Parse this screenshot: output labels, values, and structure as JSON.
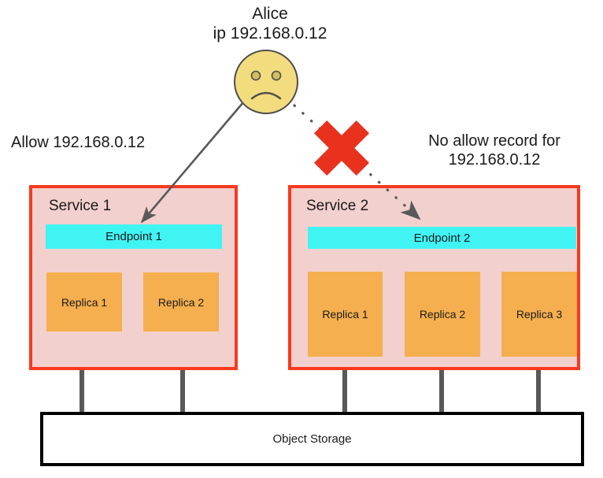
{
  "diagram": {
    "title_actor": "Alice",
    "actor_ip_line": "ip 192.168.0.12",
    "actor_label": "Alice\nip 192.168.0.12",
    "allow_label": "Allow 192.168.0.12",
    "deny_label": "No allow record for\n192.168.0.12",
    "colors": {
      "service_fill": "#f2d0cd",
      "service_border": "#f8391f",
      "endpoint_fill": "#41f4f4",
      "replica_fill": "#f5af4e",
      "connector": "#595959",
      "x_mark": "#e8321e",
      "face_fill": "#f2dc7e",
      "face_stroke": "#595959",
      "storage_border": "#000000",
      "text": "#1a1a1a"
    },
    "face": {
      "icon": "sad-face-icon",
      "expression": "frown"
    },
    "arrows": [
      {
        "name": "allowed-connection-arrow",
        "style": "solid",
        "from": "alice",
        "to": "endpoint-1",
        "color": "#595959"
      },
      {
        "name": "blocked-connection-arrow",
        "style": "dotted",
        "from": "alice",
        "to": "endpoint-2",
        "color": "#595959"
      }
    ],
    "x_mark": {
      "icon": "red-x-icon",
      "meaning": "blocked"
    },
    "services": [
      {
        "name": "Service 1",
        "endpoint": "Endpoint 1",
        "replicas": [
          "Replica 1",
          "Replica 2"
        ]
      },
      {
        "name": "Service 2",
        "endpoint": "Endpoint 2",
        "replicas": [
          "Replica 1",
          "Replica 2",
          "Replica 3"
        ]
      }
    ],
    "storage": {
      "label": "Object Storage"
    }
  }
}
